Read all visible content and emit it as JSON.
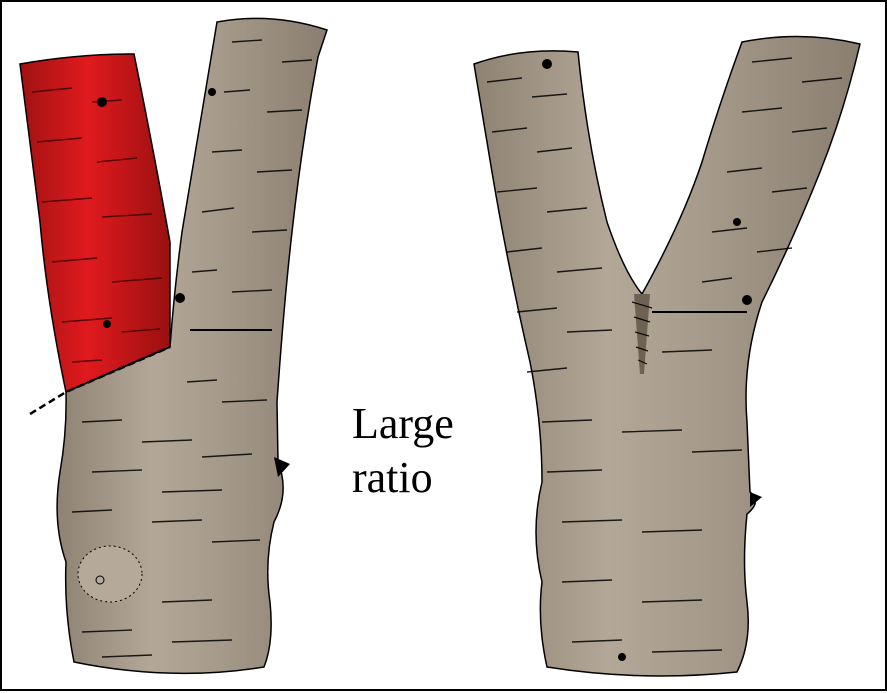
{
  "caption": {
    "line1": "Large",
    "line2": "ratio"
  },
  "colors": {
    "bark": "#a69a8b",
    "bark_light": "#c3b8a9",
    "bark_dark": "#8a7e70",
    "removed_branch": "#d4161a",
    "removed_branch_dark": "#8c1010",
    "texture": "#000000",
    "background": "#ffffff"
  },
  "figures": [
    {
      "id": "left-trunk",
      "description_icon": "tree-trunk-with-removed-branch-icon"
    },
    {
      "id": "right-trunk",
      "description_icon": "tree-trunk-v-fork-icon"
    }
  ]
}
